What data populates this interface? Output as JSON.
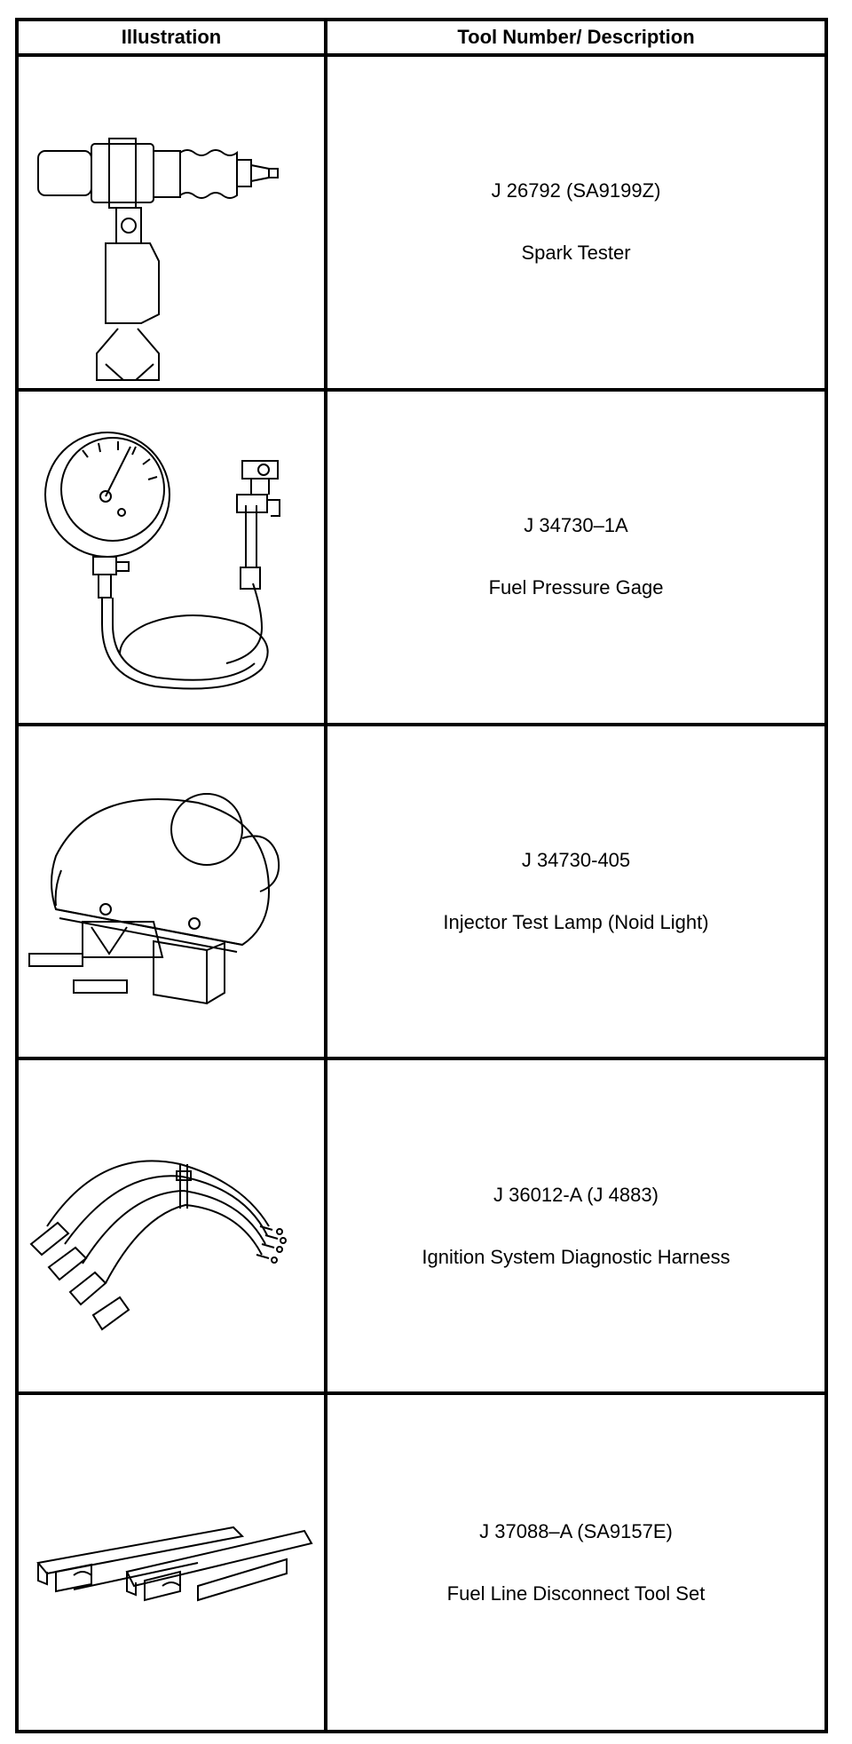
{
  "headers": {
    "illustration": "Illustration",
    "tool": "Tool Number/ Description"
  },
  "rows": [
    {
      "number": "J 26792 (SA9199Z)",
      "description": "Spark Tester",
      "icon": "spark-tester-icon"
    },
    {
      "number": "J 34730–1A",
      "description": "Fuel Pressure Gage",
      "icon": "fuel-pressure-gage-icon"
    },
    {
      "number": "J 34730-405",
      "description": "Injector Test Lamp (Noid Light)",
      "icon": "noid-light-icon"
    },
    {
      "number": "J 36012-A (J 4883)",
      "description": "Ignition System Diagnostic Harness",
      "icon": "diagnostic-harness-icon"
    },
    {
      "number": "J 37088–A (SA9157E)",
      "description": "Fuel Line Disconnect Tool Set",
      "icon": "fuel-line-disconnect-tool-icon"
    }
  ]
}
